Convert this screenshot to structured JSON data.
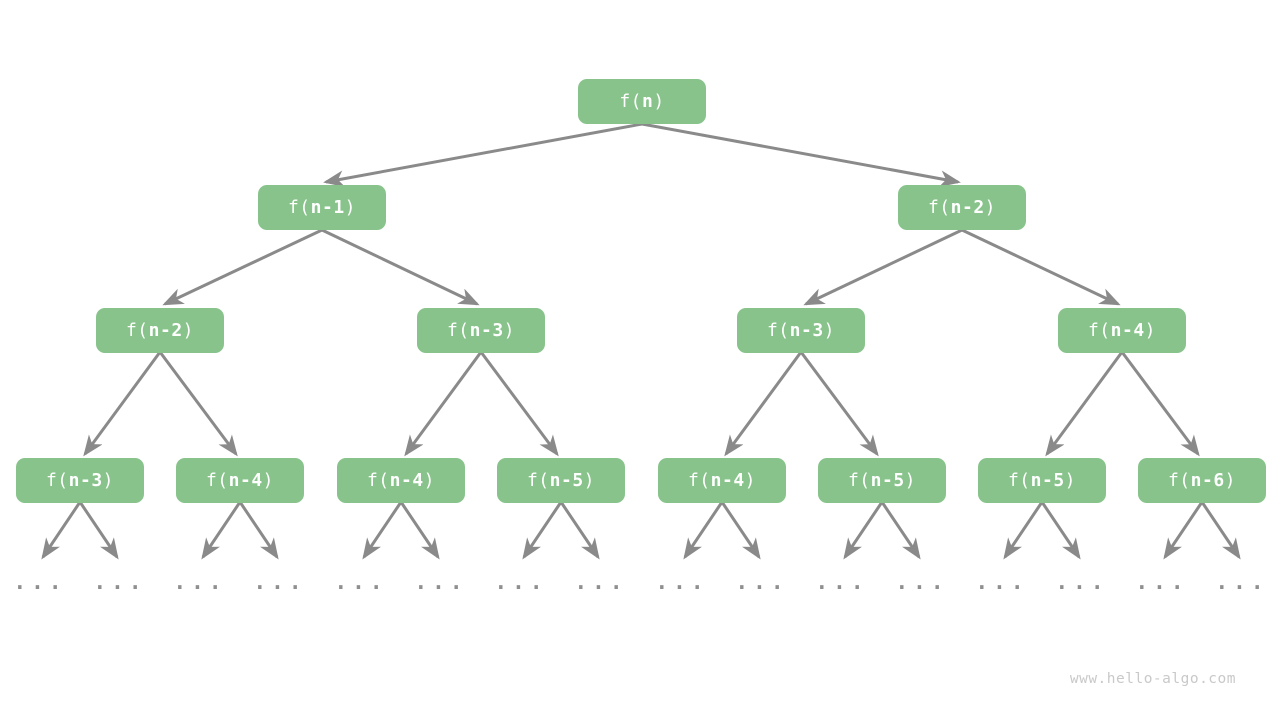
{
  "diagram": {
    "description": "recursion-tree",
    "node_fill_color": "#87c38a",
    "node_text_color": "#ffffff",
    "arrow_color": "#8a8a8a",
    "ellipsis_color": "#8f8f8f",
    "ellipsis": "...",
    "nodes": [
      {
        "open": "f(",
        "arg": "n",
        "close": ")"
      },
      {
        "open": "f(",
        "arg": "n-1",
        "close": ")"
      },
      {
        "open": "f(",
        "arg": "n-2",
        "close": ")"
      },
      {
        "open": "f(",
        "arg": "n-2",
        "close": ")"
      },
      {
        "open": "f(",
        "arg": "n-3",
        "close": ")"
      },
      {
        "open": "f(",
        "arg": "n-3",
        "close": ")"
      },
      {
        "open": "f(",
        "arg": "n-4",
        "close": ")"
      },
      {
        "open": "f(",
        "arg": "n-3",
        "close": ")"
      },
      {
        "open": "f(",
        "arg": "n-4",
        "close": ")"
      },
      {
        "open": "f(",
        "arg": "n-4",
        "close": ")"
      },
      {
        "open": "f(",
        "arg": "n-5",
        "close": ")"
      },
      {
        "open": "f(",
        "arg": "n-4",
        "close": ")"
      },
      {
        "open": "f(",
        "arg": "n-5",
        "close": ")"
      },
      {
        "open": "f(",
        "arg": "n-5",
        "close": ")"
      },
      {
        "open": "f(",
        "arg": "n-6",
        "close": ")"
      }
    ]
  },
  "footer": {
    "watermark": "www.hello-algo.com"
  }
}
